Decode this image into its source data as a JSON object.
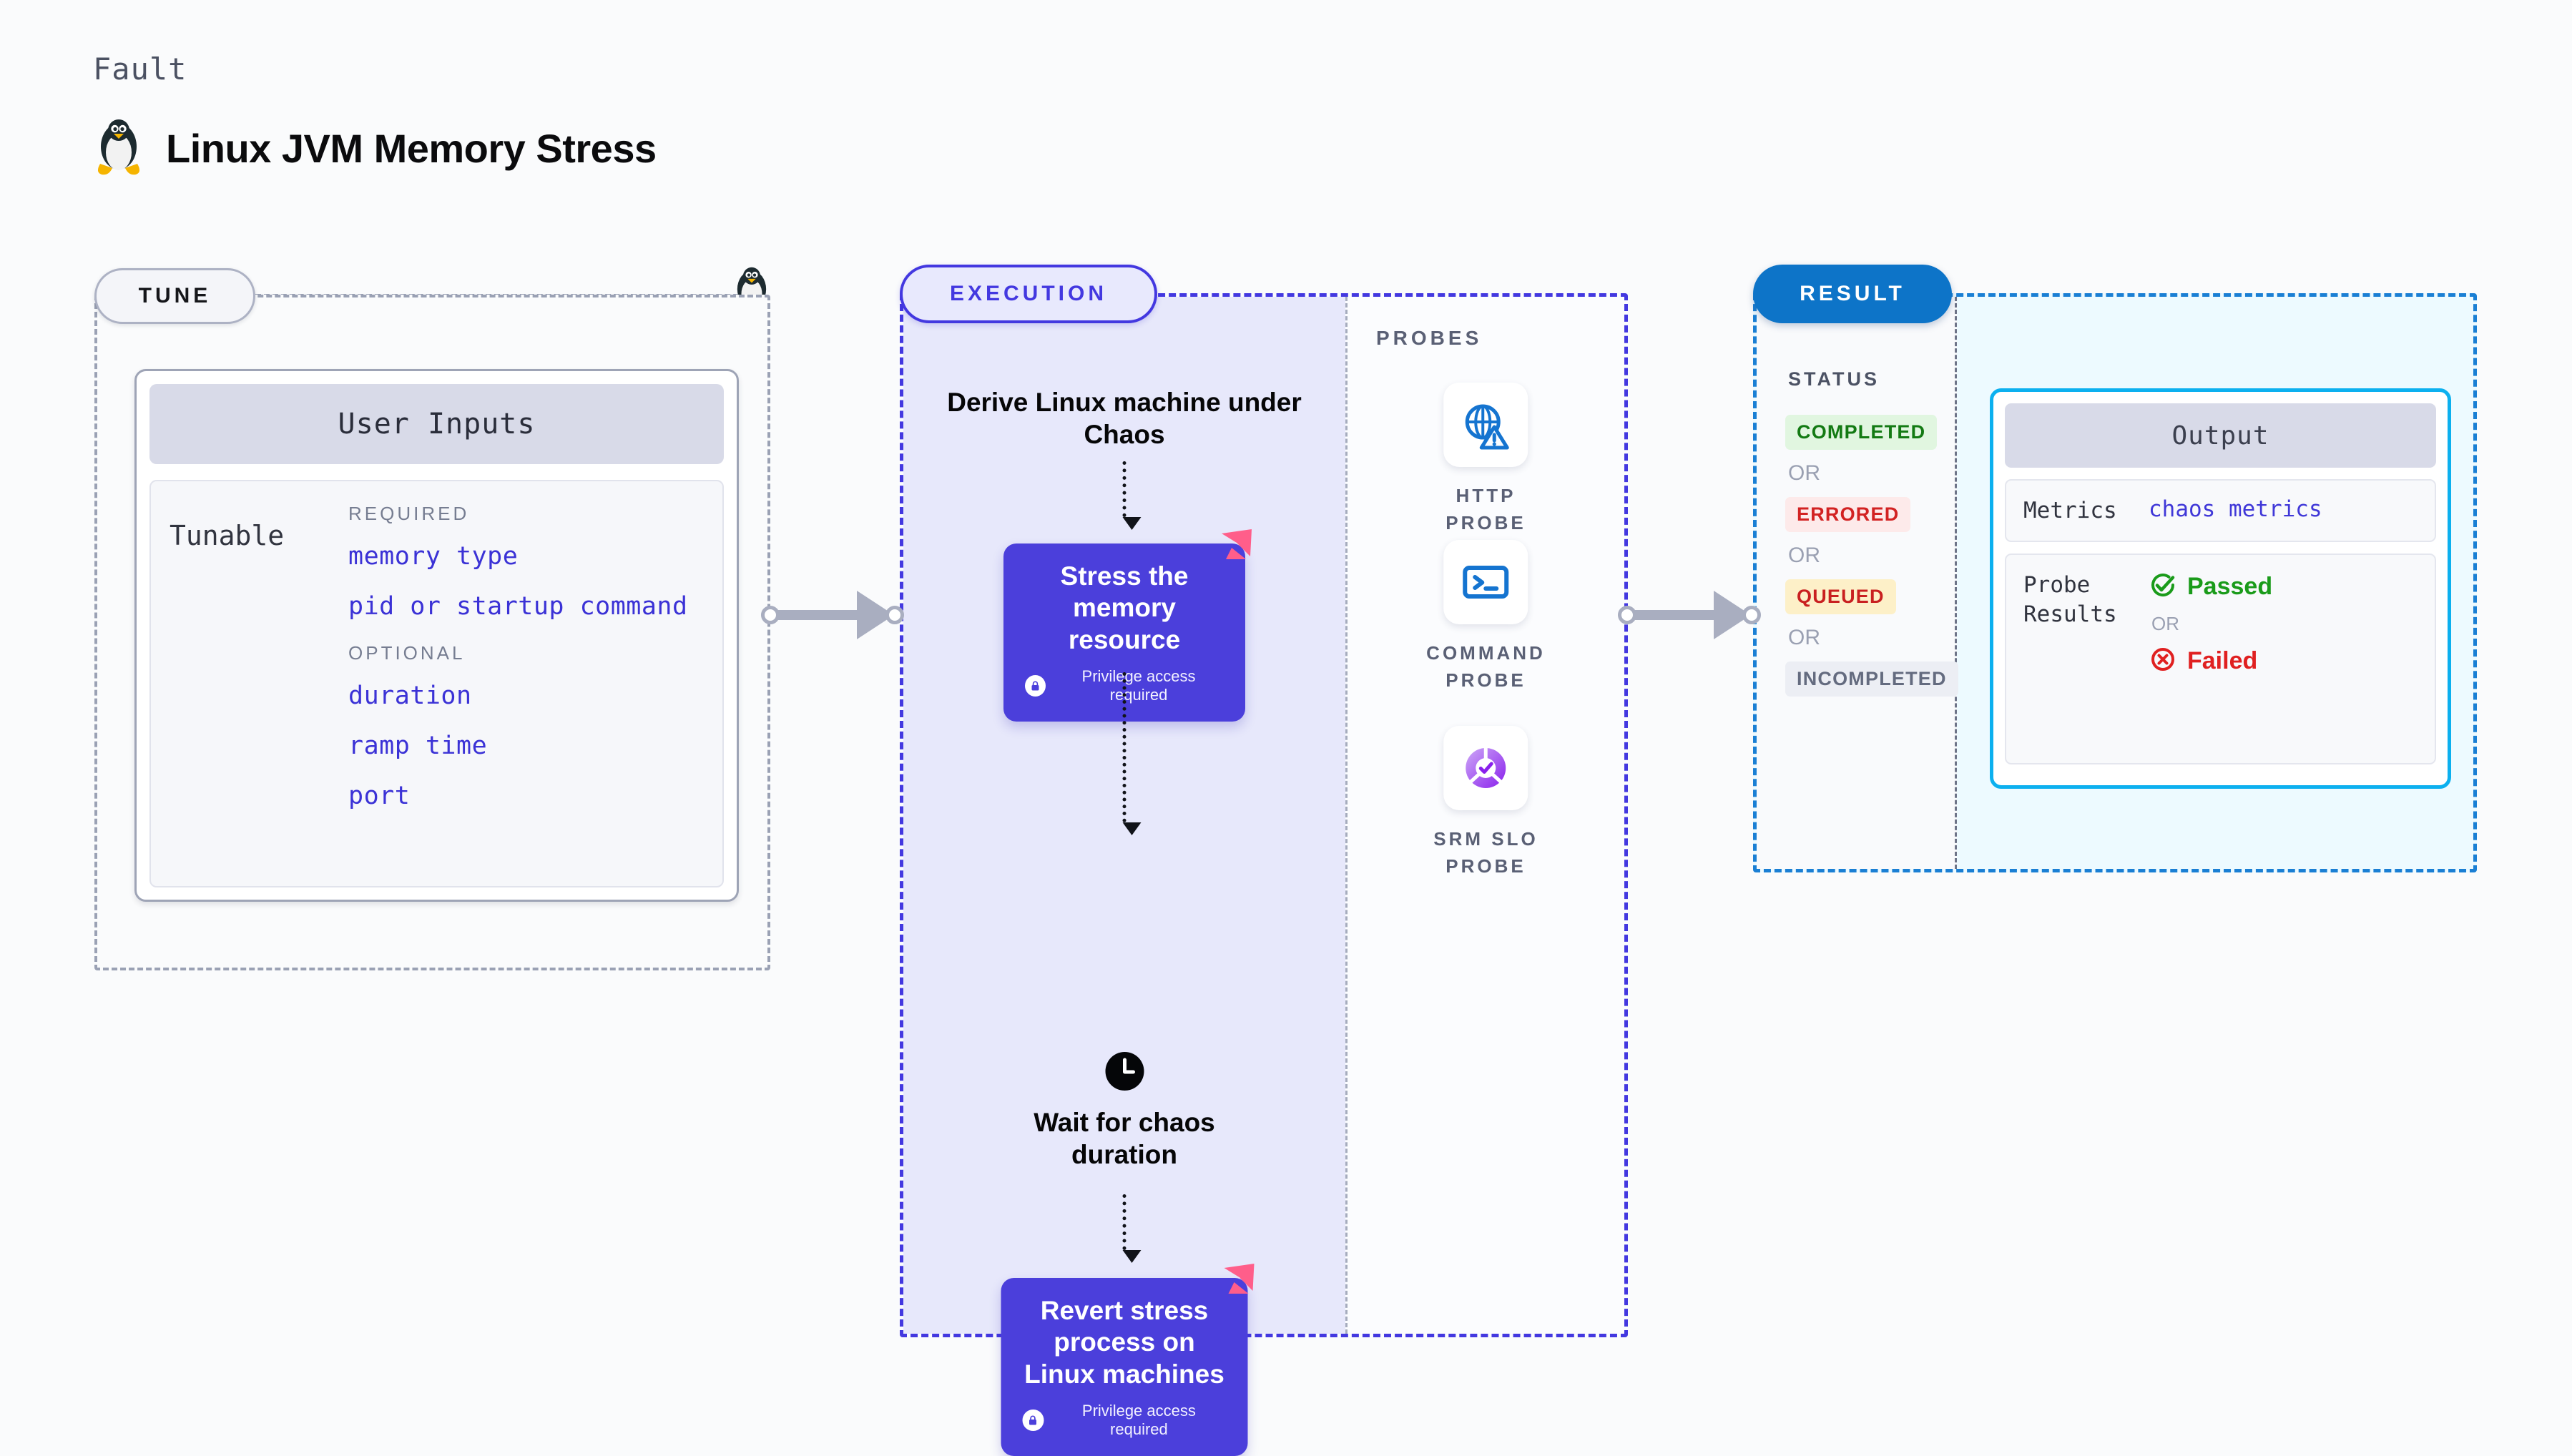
{
  "header": {
    "eyebrow": "Fault",
    "title": "Linux JVM Memory Stress",
    "icon": "linux-penguin-icon"
  },
  "stages": {
    "tune": {
      "chip_label": "TUNE"
    },
    "execution": {
      "chip_label": "EXECUTION"
    },
    "probes": {
      "section_label": "PROBES"
    },
    "result": {
      "chip_label": "RESULT"
    }
  },
  "tune": {
    "card_title": "User Inputs",
    "row_label": "Tunable",
    "groups": [
      {
        "heading": "REQUIRED",
        "items": [
          "memory type",
          "pid or startup command"
        ]
      },
      {
        "heading": "OPTIONAL",
        "items": [
          "duration",
          "ramp time",
          "port"
        ]
      }
    ]
  },
  "execution": {
    "step_1": "Derive Linux machine under Chaos",
    "card_1": {
      "title": "Stress the memory resource",
      "privilege": "Privilege access required",
      "privilege_icon": "lock-icon",
      "brand_icon": "harness-logo-icon"
    },
    "wait_step": {
      "icon": "clock-icon",
      "label": "Wait for chaos duration"
    },
    "card_2": {
      "title": "Revert stress process on Linux machines",
      "privilege": "Privilege access required",
      "privilege_icon": "lock-icon",
      "brand_icon": "harness-logo-icon"
    }
  },
  "probes": [
    {
      "icon": "globe-warning-icon",
      "caption": "HTTP PROBE"
    },
    {
      "icon": "terminal-prompt-icon",
      "caption": "COMMAND PROBE"
    },
    {
      "icon": "slo-donut-check-icon",
      "caption": "SRM SLO PROBE"
    }
  ],
  "result": {
    "status_title": "STATUS",
    "or_label": "OR",
    "statuses": [
      {
        "label": "COMPLETED",
        "bg": "#e1f6e0",
        "fg": "#137a13"
      },
      {
        "label": "ERRORED",
        "bg": "#fdeaea",
        "fg": "#d22222"
      },
      {
        "label": "QUEUED",
        "bg": "#fdf0c8",
        "fg": "#c92020"
      },
      {
        "label": "INCOMPLETED",
        "bg": "#eceef4",
        "fg": "#646b7f"
      }
    ],
    "output": {
      "card_title": "Output",
      "metrics": {
        "key": "Metrics",
        "value": "chaos metrics"
      },
      "probe_results": {
        "key": "Probe Results",
        "or_label": "OR",
        "passed": {
          "label": "Passed",
          "icon": "check-circle-icon",
          "color": "#1a9b1a"
        },
        "failed": {
          "label": "Failed",
          "icon": "x-circle-icon",
          "color": "#e02020"
        }
      }
    }
  },
  "colors": {
    "accent_purple": "#4b3fdb",
    "accent_blue": "#0d74c8",
    "tune_border": "#9aa1b4",
    "probe_blue": "#1574d0",
    "harness_pink": "#ff5e8a"
  }
}
